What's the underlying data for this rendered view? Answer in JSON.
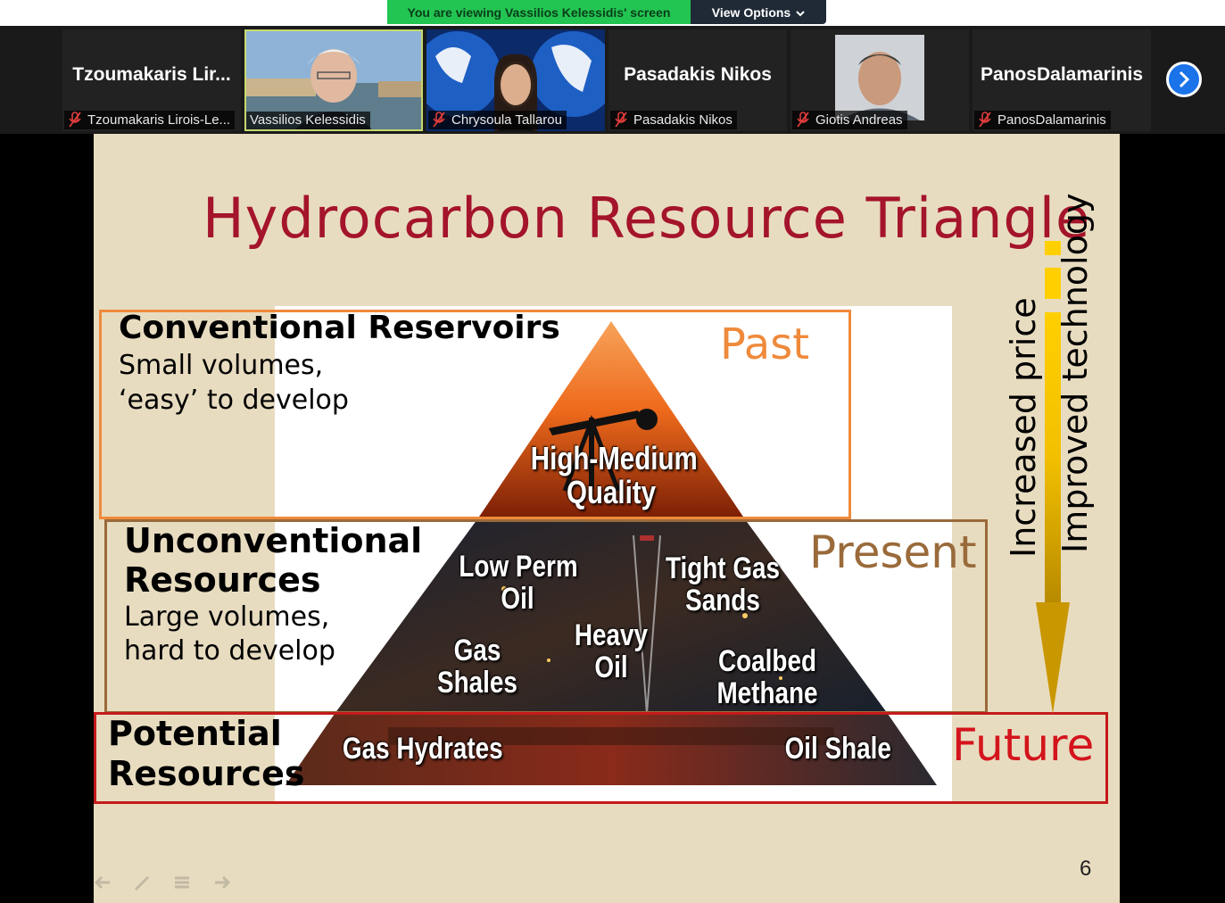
{
  "banner": {
    "viewing_text": "You are viewing Vassilios Kelessidis' screen",
    "view_options": "View Options"
  },
  "participants": [
    {
      "tile_name": "Tzoumakaris  Lir...",
      "label": "Tzoumakaris Lirois-Le...",
      "muted": true,
      "video": false
    },
    {
      "label": "Vassilios Kelessidis",
      "muted": false,
      "video": true,
      "active": true
    },
    {
      "label": "Chrysoula Tallarou",
      "muted": true,
      "video": true
    },
    {
      "tile_name": "Pasadakis Nikos",
      "label": "Pasadakis Nikos",
      "muted": true,
      "video": false
    },
    {
      "label": "Giotis Andreas",
      "muted": true,
      "video": true
    },
    {
      "tile_name": "PanosDalamarinis",
      "label": "PanosDalamarinis",
      "muted": true,
      "video": false
    }
  ],
  "slide": {
    "title": "Hydrocarbon Resource Triangle",
    "conventional": {
      "heading": "Conventional  Reservoirs",
      "line1": "Small volumes,",
      "line2": "‘easy’ to develop",
      "era": "Past"
    },
    "unconventional": {
      "heading1": "Unconventional",
      "heading2": "Resources",
      "line1": "Large volumes,",
      "line2": "hard to develop",
      "era": "Present"
    },
    "potential": {
      "heading1": "Potential",
      "heading2": "Resources",
      "era": "Future"
    },
    "triangle": {
      "top1": "High-Medium",
      "top2": "Quality",
      "lowperm1": "Low Perm",
      "lowperm2": "Oil",
      "tight1": "Tight Gas",
      "tight2": "Sands",
      "gas1": "Gas",
      "gas2": "Shales",
      "heavy1": "Heavy",
      "heavy2": "Oil",
      "coal1": "Coalbed",
      "coal2": "Methane",
      "hydrates": "Gas Hydrates",
      "oilshale": "Oil Shale"
    },
    "axis": {
      "price": "Increased price",
      "tech": "Improved technology"
    },
    "page_number": "6"
  },
  "colors": {
    "title": "#a4142b",
    "past": "#ef8a3b",
    "present": "#9a6a3a",
    "future": "#c41a1a",
    "arrow": "#f2c500"
  }
}
